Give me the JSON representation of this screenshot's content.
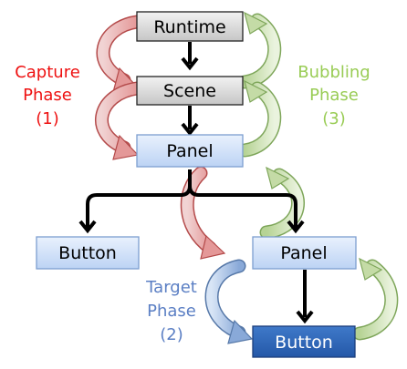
{
  "nodes": {
    "runtime": "Runtime",
    "scene": "Scene",
    "panel_top": "Panel",
    "button_left": "Button",
    "panel_right": "Panel",
    "button_target": "Button"
  },
  "phases": {
    "capture": {
      "line1": "Capture",
      "line2": "Phase",
      "line3": "(1)",
      "color": "#ee1111"
    },
    "bubbling": {
      "line1": "Bubbling",
      "line2": "Phase",
      "line3": "(3)",
      "color": "#99cc55"
    },
    "target": {
      "line1": "Target",
      "line2": "Phase",
      "line3": "(2)",
      "color": "#5b7fc4"
    }
  }
}
